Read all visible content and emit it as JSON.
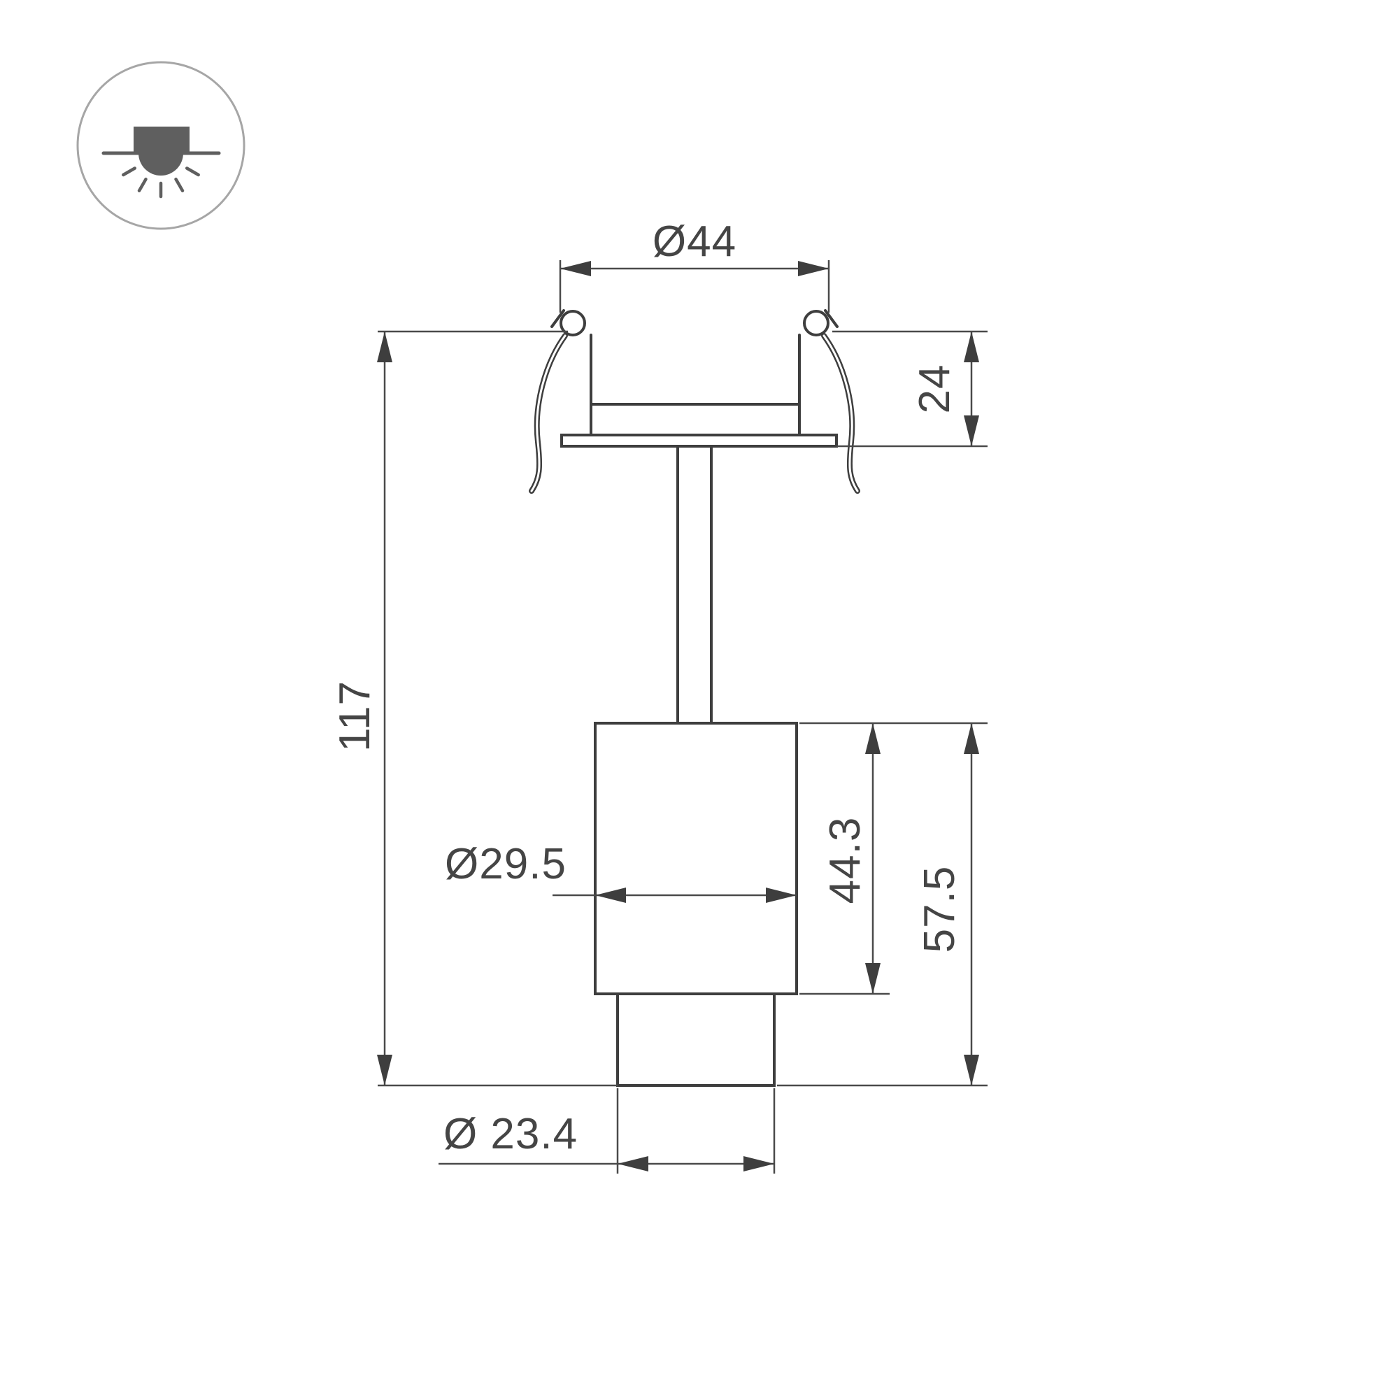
{
  "colors": {
    "background": "#ffffff",
    "object_line": "#3e3e3e",
    "dimension_line": "#4a4a4a",
    "text": "#454545",
    "icon": "#5f5f5f"
  },
  "icon_badge": {
    "name": "recessed-ceiling-mount-icon",
    "depicts": "recessed downlight in ceiling with light rays"
  },
  "dimensions": {
    "top_diameter": "Ø44",
    "recess_depth": "24",
    "overall_height": "117",
    "body_diameter": "Ø29.5",
    "body_height": "44.3",
    "lower_height": "57.5",
    "tip_diameter": "Ø 23.4"
  }
}
